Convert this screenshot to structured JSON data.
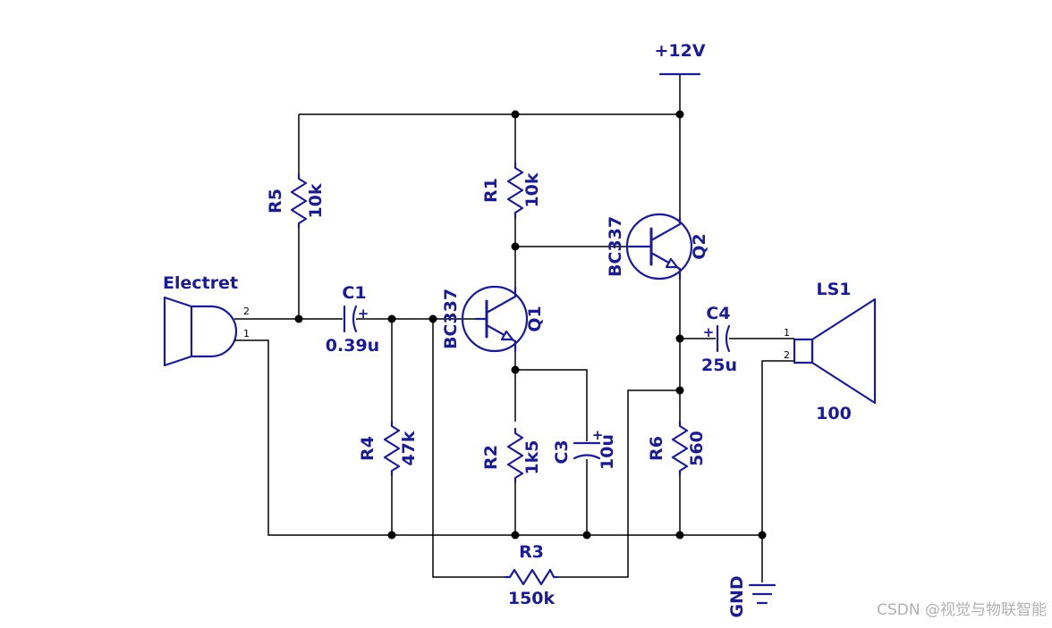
{
  "supply": {
    "label": "+12V"
  },
  "ground": {
    "label": "GND"
  },
  "components": {
    "r1": {
      "ref": "R1",
      "value": "10k"
    },
    "r2": {
      "ref": "R2",
      "value": "1k5"
    },
    "r3": {
      "ref": "R3",
      "value": "150k"
    },
    "r4": {
      "ref": "R4",
      "value": "47k"
    },
    "r5": {
      "ref": "R5",
      "value": "10k"
    },
    "r6": {
      "ref": "R6",
      "value": "560"
    },
    "c1": {
      "ref": "C1",
      "value": "0.39u"
    },
    "c3": {
      "ref": "C3",
      "value": "10u"
    },
    "c4": {
      "ref": "C4",
      "value": "25u"
    },
    "q1": {
      "ref": "Q1",
      "value": "BC337"
    },
    "q2": {
      "ref": "Q2",
      "value": "BC337"
    },
    "mic": {
      "ref": "Electret",
      "pin_1": "1",
      "pin_2": "2"
    },
    "ls1": {
      "ref": "LS1",
      "value": "100",
      "pin_1": "1",
      "pin_2": "2"
    }
  },
  "polarity": {
    "plus": "+"
  },
  "watermark": "CSDN @视觉与物联智能"
}
